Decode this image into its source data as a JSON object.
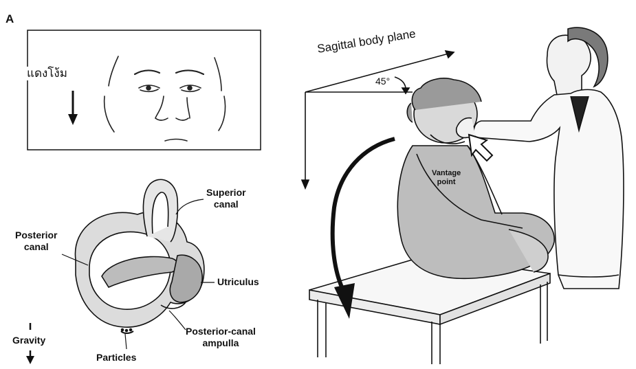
{
  "panel": {
    "letter": "A"
  },
  "face_panel": {
    "overlay_text": "แดงโง้ม"
  },
  "labels": {
    "sagittal_plane": "Sagittal body plane",
    "angle": "45°",
    "vantage_point_line1": "Vantage",
    "vantage_point_line2": "point",
    "superior_canal_line1": "Superior",
    "superior_canal_line2": "canal",
    "posterior_canal_line1": "Posterior",
    "posterior_canal_line2": "canal",
    "utriculus": "Utriculus",
    "ampulla_line1": "Posterior-canal",
    "ampulla_line2": "ampulla",
    "particles": "Particles",
    "gravity": "Gravity"
  },
  "icons": [
    "down-arrow-icon",
    "gravity-arrow-icon",
    "cursor-arrow-icon",
    "rotation-arrow-icon"
  ]
}
